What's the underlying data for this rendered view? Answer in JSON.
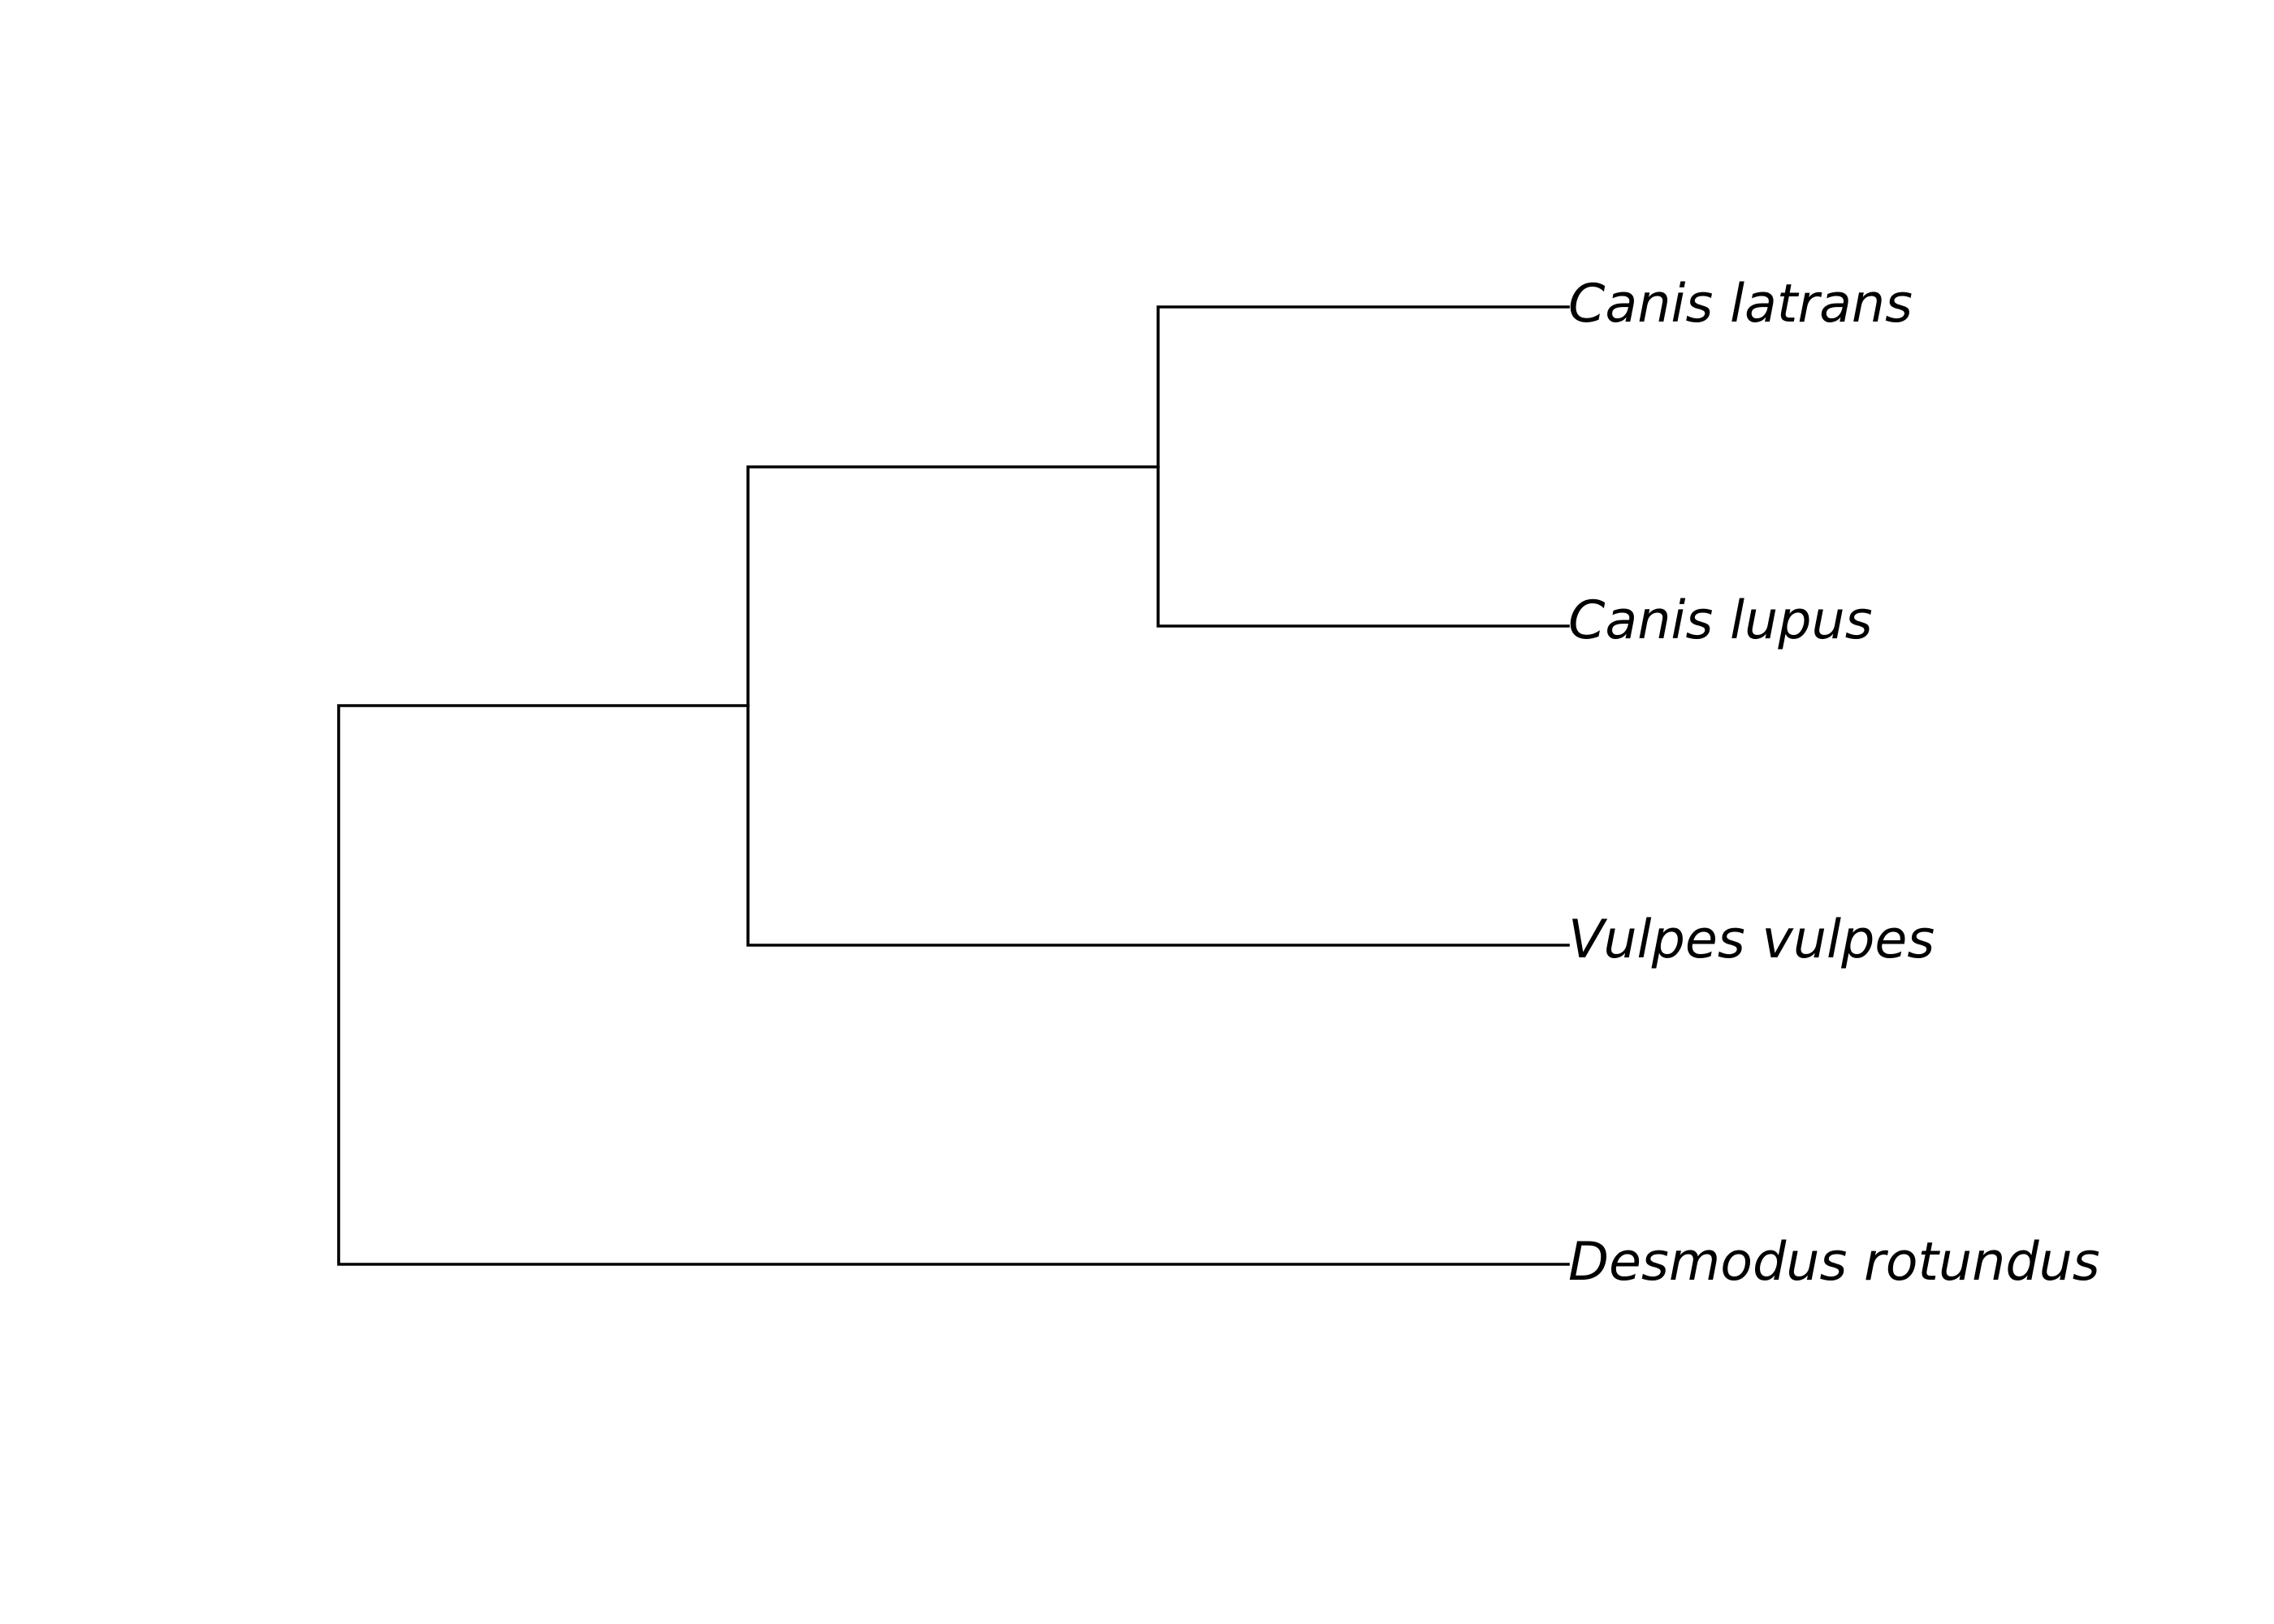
{
  "tree": {
    "type": "rooted-cladogram",
    "orientation": "left-to-right",
    "taxa": [
      {
        "id": "canis_latrans",
        "label": "Canis latrans"
      },
      {
        "id": "canis_lupus",
        "label": "Canis lupus"
      },
      {
        "id": "vulpes_vulpes",
        "label": "Vulpes vulpes"
      },
      {
        "id": "desmodus_rotundus",
        "label": "Desmodus rotundus"
      }
    ],
    "topology": "(((Canis latrans,Canis lupus),Vulpes vulpes),Desmodus rotundus);",
    "line_color": "#000000",
    "label_color": "#000000"
  }
}
